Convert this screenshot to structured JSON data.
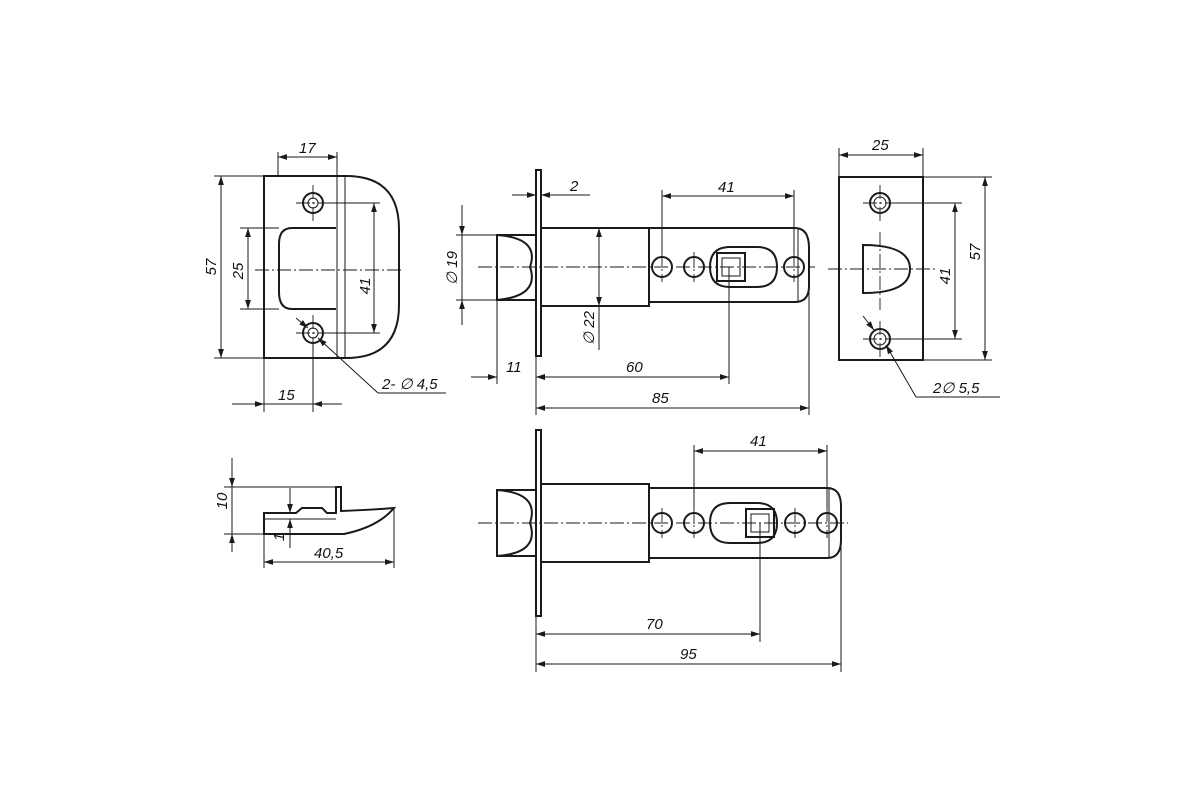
{
  "strike_plate_front": {
    "dim_width": "17",
    "dim_height": "57",
    "dim_opening": "25",
    "dim_hole_spacing": "41",
    "dim_offset": "15",
    "dim_holes": "2- ∅ 4,5"
  },
  "strike_plate_side": {
    "dim_height": "10",
    "dim_thickness": "1",
    "dim_length": "40,5"
  },
  "latch_top": {
    "dim_faceplate": "2",
    "dim_bolt_diameter": "∅ 19",
    "dim_body_diameter": "∅ 22",
    "dim_slot": "41",
    "dim_bolt_projection": "11",
    "dim_backset": "60",
    "dim_total": "85"
  },
  "latch_bottom": {
    "dim_slot": "41",
    "dim_backset": "70",
    "dim_total": "95"
  },
  "faceplate_front": {
    "dim_width": "25",
    "dim_height": "57",
    "dim_hole_spacing": "41",
    "dim_holes": "2∅  5,5"
  }
}
